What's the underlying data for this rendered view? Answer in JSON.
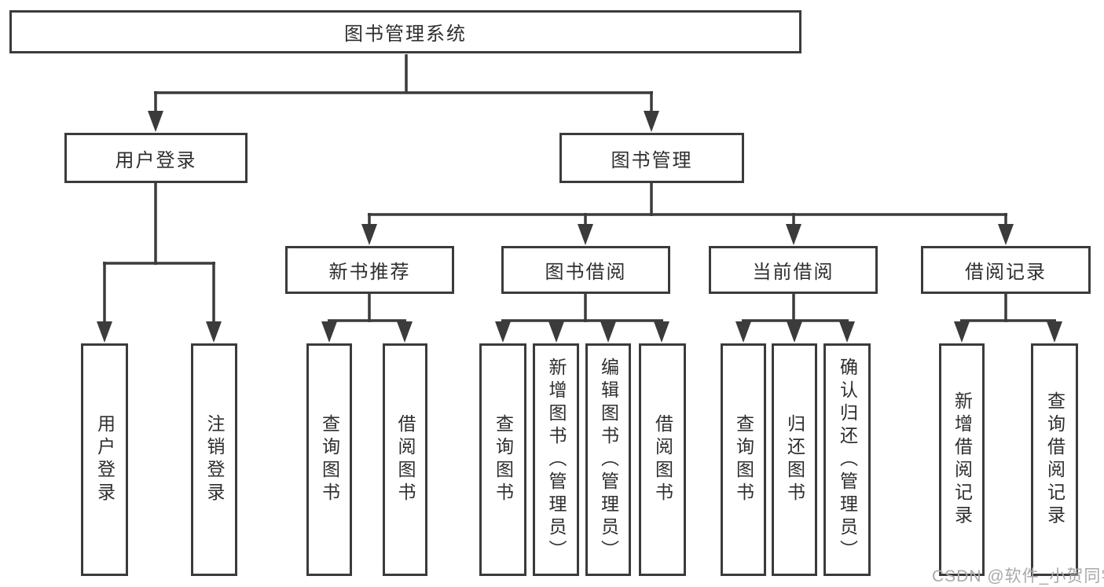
{
  "diagram_type": "hierarchy-tree",
  "colors": {
    "line": "#3b3b3b",
    "box_border": "#3b3b3b",
    "box_background": "#ffffff",
    "text": "#2e2e2e",
    "watermark_text": "#a9a9a9",
    "page_background": "#ffffff"
  },
  "tree": {
    "root": {
      "label": "图书管理系统",
      "children": [
        {
          "label": "用户登录",
          "children": [
            {
              "label": "用户登录"
            },
            {
              "label": "注销登录"
            }
          ]
        },
        {
          "label": "图书管理",
          "children": [
            {
              "label": "新书推荐",
              "children": [
                {
                  "label": "查询图书"
                },
                {
                  "label": "借阅图书"
                }
              ]
            },
            {
              "label": "图书借阅",
              "children": [
                {
                  "label": "查询图书"
                },
                {
                  "label": "新增图书（管理员）"
                },
                {
                  "label": "编辑图书（管理员）"
                },
                {
                  "label": "借阅图书"
                }
              ]
            },
            {
              "label": "当前借阅",
              "children": [
                {
                  "label": "查询图书"
                },
                {
                  "label": "归还图书"
                },
                {
                  "label": "确认归还（管理员）"
                }
              ]
            },
            {
              "label": "借阅记录",
              "children": [
                {
                  "label": "新增借阅记录"
                },
                {
                  "label": "查询借阅记录"
                }
              ]
            }
          ]
        }
      ]
    }
  },
  "watermark": {
    "text": "CSDN @软件_小贺同学"
  }
}
